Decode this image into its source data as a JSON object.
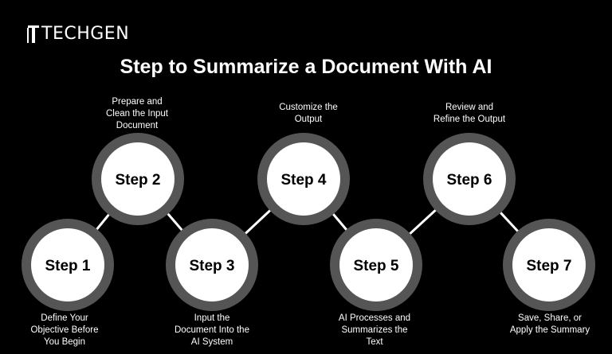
{
  "brand": {
    "logo_text": "TECHGEN"
  },
  "title": "Step to Summarize a Document With AI",
  "colors": {
    "background": "#000000",
    "ring": "#555555",
    "circle": "#ffffff",
    "connector": "#ffffff",
    "text": "#ffffff"
  },
  "steps": [
    {
      "label": "Step 1",
      "caption": [
        "Define Your",
        "Objective Before",
        "You Begin"
      ]
    },
    {
      "label": "Step 2",
      "caption": [
        "Prepare and",
        "Clean the Input",
        "Document"
      ]
    },
    {
      "label": "Step 3",
      "caption": [
        "Input the",
        "Document Into the",
        "AI System"
      ]
    },
    {
      "label": "Step 4",
      "caption": [
        "Customize the",
        "Output"
      ]
    },
    {
      "label": "Step 5",
      "caption": [
        "AI Processes and",
        "Summarizes the",
        "Text"
      ]
    },
    {
      "label": "Step 6",
      "caption": [
        "Review and",
        "Refine the Output"
      ]
    },
    {
      "label": "Step 7",
      "caption": [
        "Save, Share, or",
        "Apply the Summary"
      ]
    }
  ]
}
